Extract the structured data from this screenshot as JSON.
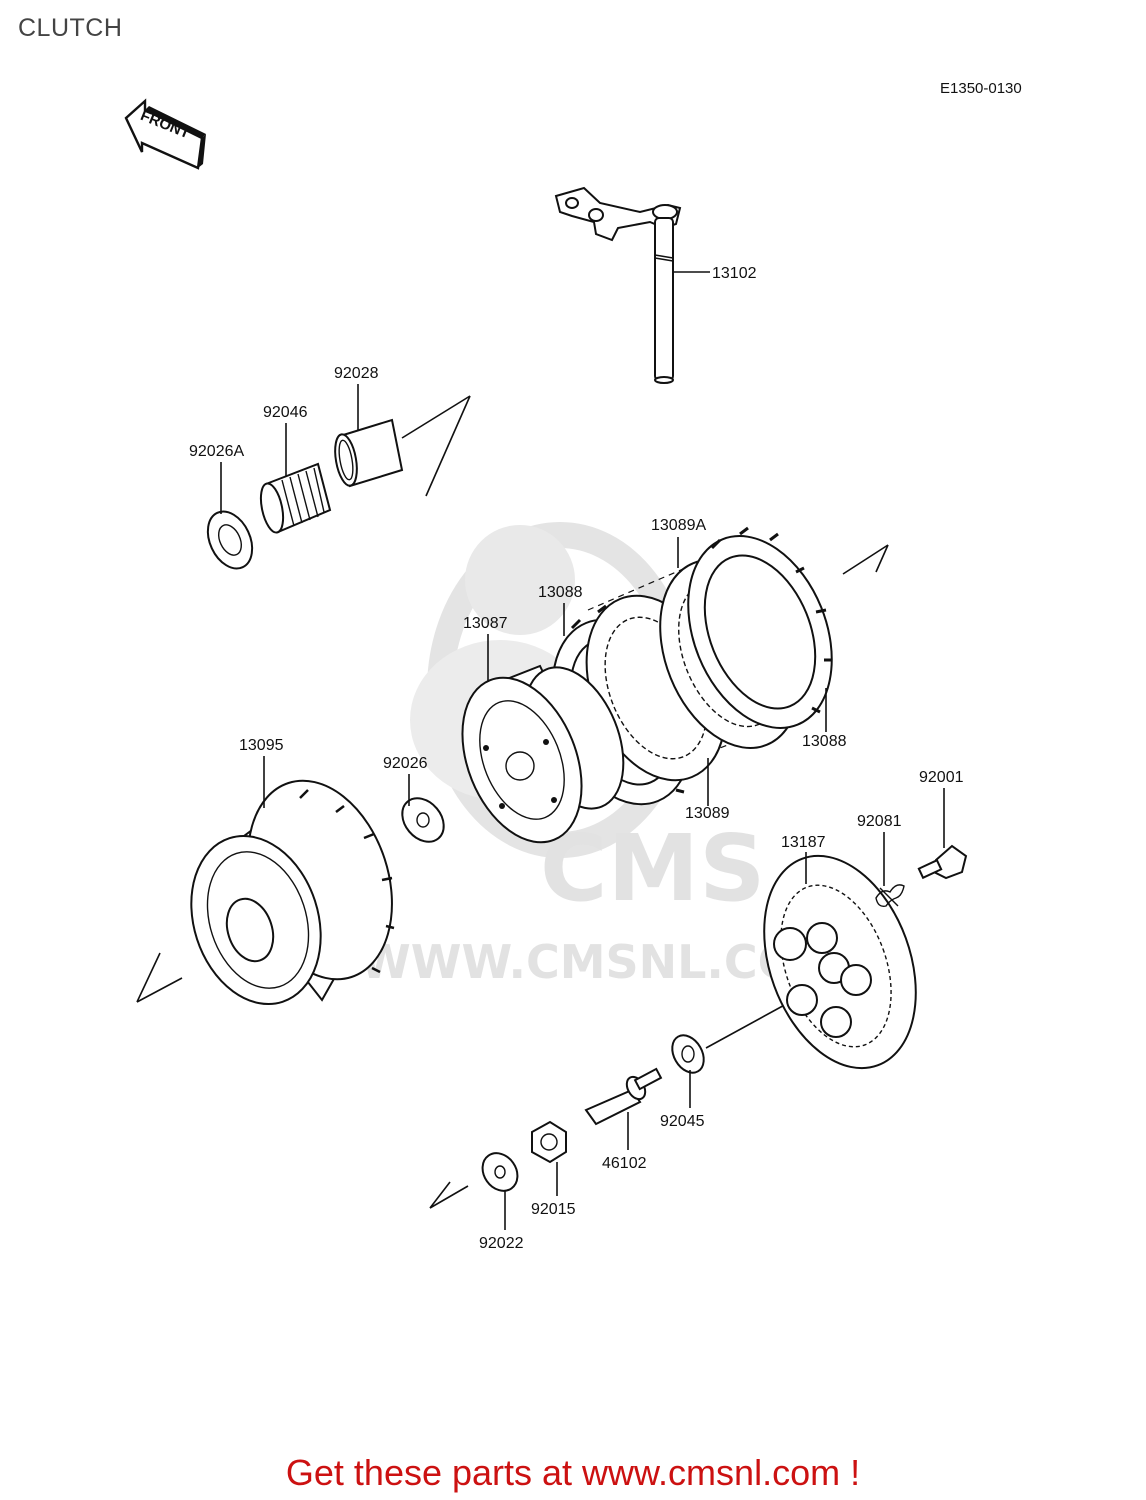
{
  "page": {
    "title": "CLUTCH",
    "diagram_code": "E1350-0130",
    "front_label": "FRONT"
  },
  "watermark": {
    "logo_text": "CMS",
    "url_text": "WWW.CMSNL.COM"
  },
  "parts": [
    {
      "number": "13102"
    },
    {
      "number": "92028"
    },
    {
      "number": "92046"
    },
    {
      "number": "92026A"
    },
    {
      "number": "13089A"
    },
    {
      "number": "13088"
    },
    {
      "number": "13087"
    },
    {
      "number": "13088"
    },
    {
      "number": "13095"
    },
    {
      "number": "92026"
    },
    {
      "number": "13089"
    },
    {
      "number": "92001"
    },
    {
      "number": "92081"
    },
    {
      "number": "13187"
    },
    {
      "number": "92045"
    },
    {
      "number": "46102"
    },
    {
      "number": "92015"
    },
    {
      "number": "92022"
    }
  ],
  "footer": {
    "cta_text": "Get these parts at www.cmsnl.com !"
  },
  "colors": {
    "footer_text": "#cc1111",
    "watermark": "#e2e2e2",
    "line": "#111111"
  }
}
